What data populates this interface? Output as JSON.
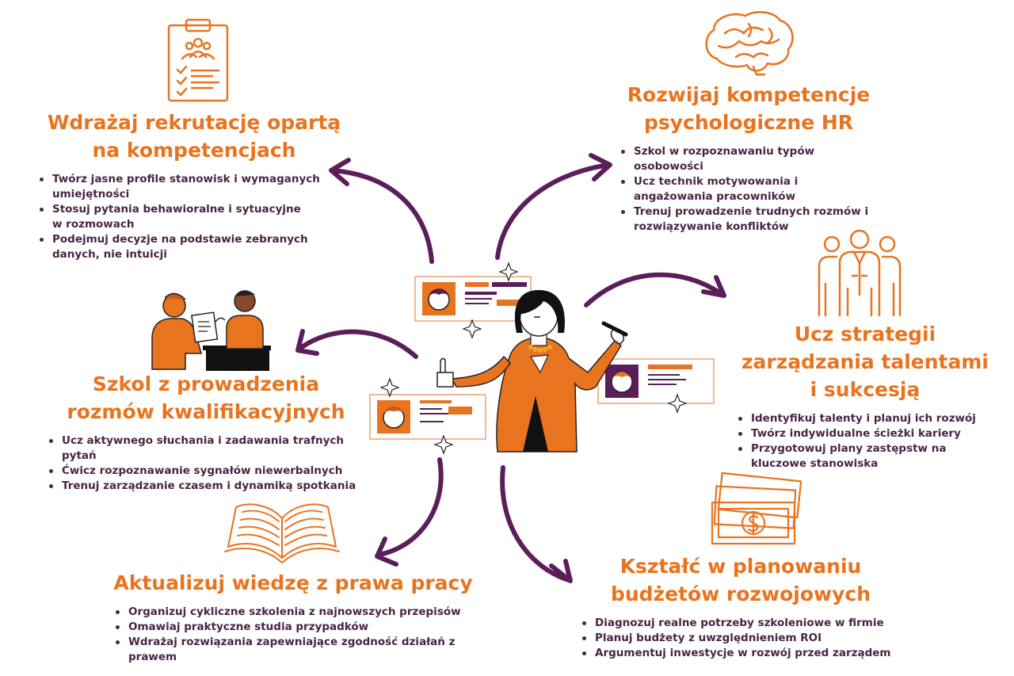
{
  "colors": {
    "accent": "#e8741f",
    "text": "#4a2446",
    "arrow": "#5b1e5a"
  },
  "sections": [
    {
      "title": "Wdrażaj rekrutację opartą na kompetencjach",
      "bullets": [
        "Twórz jasne profile stanowisk i wymaganych umiejętności",
        "Stosuj pytania behawioralne i sytuacyjne w rozmowach",
        "Podejmuj decyzje na podstawie zebranych danych, nie intuicji"
      ]
    },
    {
      "title": "Rozwijaj kompetencje psychologiczne HR",
      "bullets": [
        "Szkol w rozpoznawaniu typów osobowości",
        "Ucz technik motywowania i angażowania pracowników",
        "Trenuj prowadzenie trudnych rozmów i rozwiązywanie konfliktów"
      ]
    },
    {
      "title": "Ucz strategii zarządzania talentami i sukcesją",
      "bullets": [
        "Identyfikuj talenty i planuj ich rozwój",
        "Twórz indywidualne ścieżki kariery",
        "Przygotowuj plany zastępstw na kluczowe stanowiska"
      ]
    },
    {
      "title": "Szkol z prowadzenia rozmów kwalifikacyjnych",
      "bullets": [
        "Ucz aktywnego słuchania i zadawania trafnych pytań",
        "Ćwicz rozpoznawanie sygnałów niewerbalnych",
        "Trenuj zarządzanie czasem i dynamiką spotkania"
      ]
    },
    {
      "title": "Aktualizuj wiedzę z prawa pracy",
      "bullets": [
        "Organizuj cykliczne szkolenia z najnowszych przepisów",
        "Omawiaj praktyczne studia przypadków",
        "Wdrażaj rozwiązania zapewniające zgodność działań z prawem"
      ]
    },
    {
      "title": "Kształć w planowaniu budżetów rozwojowych",
      "bullets": [
        "Diagnozuj realne potrzeby szkoleniowe w firmie",
        "Planuj budżety z uwzględnieniem ROI",
        "Argumentuj inwestycje w rozwój przed zarządem"
      ]
    }
  ],
  "icons": [
    "clipboard-icon",
    "brain-icon",
    "team-icon",
    "interview-icon",
    "book-icon",
    "money-icon"
  ]
}
